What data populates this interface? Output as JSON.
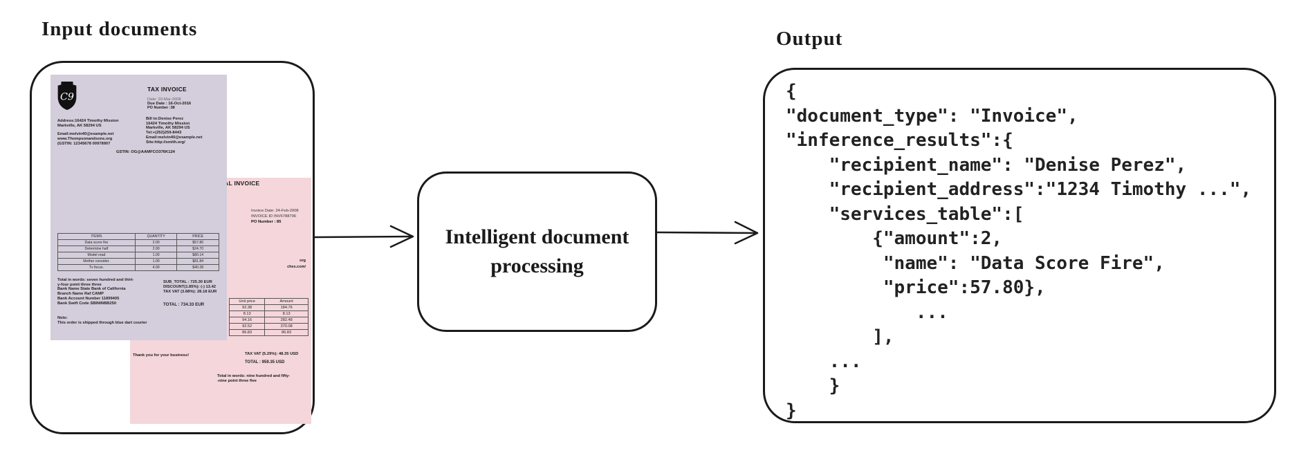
{
  "labels": {
    "input": "Input documents",
    "output": "Output"
  },
  "process_box": {
    "line1": "Intelligent document",
    "line2": "processing"
  },
  "colors": {
    "purple_doc": "#d4cddb",
    "pink_doc": "#f4d6db",
    "stroke": "#1a1a1a",
    "background": "#ffffff"
  },
  "invoice_purple": {
    "logo_text": "C9",
    "title": "TAX INVOICE",
    "date": "Date: 20-Mar-2008",
    "due_date": "Due Date : 16-Oct-2016",
    "po_number": "PO Number :38",
    "address_lines": [
      "Address:16424 Timothy Mission",
      "Markville, AK 58294 US"
    ],
    "contact_lines": [
      "Email:melvin40@example.net",
      "www.Thompsonandsons.org",
      "(GSTIN: 12345678 00978907"
    ],
    "bill_to_lines": [
      "Bill to:Denise Perez",
      "16424 Timothy Mission",
      "Markville, AK 58294 US",
      "Tel:+(252)259-8443",
      "Email:melvin40@example.net",
      "Site:http://smith.org/"
    ],
    "gstin": "GSTIN: OG@AAMFCO376K124",
    "table": {
      "headers": [
        "ITEMS",
        "QUANTITY",
        "PRICE"
      ],
      "rows": [
        [
          "Data score fire",
          "2.00",
          "$57.80"
        ],
        [
          "Determine half",
          "2.00",
          "$24.70"
        ],
        [
          "Model read",
          "1.00",
          "$80.14"
        ],
        [
          "Mother consider.",
          "1.00",
          "$81.84"
        ],
        [
          "Tv focus.",
          "4.00",
          "$40.28"
        ]
      ]
    },
    "total_words_lines": [
      "Total in words:  seven hundred and thirt-",
      "y-four point three three"
    ],
    "bank_lines": [
      "Bank Name        State Bank of California",
      "Branch Name      Raf CAMP",
      "Bank Account Number  11899405",
      "Bank Swift Code     SBININBB250"
    ],
    "note_lines": [
      "Note:",
      "This order is shipped through blue dart courier"
    ],
    "sub_total": "SUB_TOTAL : 725.30  EUR",
    "discount": "DISCOUNT(1.85%): (-)  13.42",
    "tax_vat": "TAX VAT (3.88%):   28.18 EUR",
    "total": "TOTAL : 734.33 EUR"
  },
  "invoice_pink": {
    "title": "ORIGINAL INVOICE",
    "invoice_date": "Invoice Date: 24-Feb-2008",
    "invoice_id": "INVOICE ID INV6788796",
    "po_number": "PO Number : 85",
    "partial_lines": [
      "org",
      "ches.com/"
    ],
    "table": {
      "headers": [
        "Unit price",
        "Amount"
      ],
      "rows": [
        [
          "92.38",
          "184.76"
        ],
        [
          "8.13",
          "8.13"
        ],
        [
          "94.16",
          "282.48"
        ],
        [
          "92.52",
          "370.08"
        ],
        [
          "86.83",
          "86.83"
        ]
      ]
    },
    "thank_you": "Thank you for your business!",
    "tax_vat": "TAX VAT (5.29%):  48.35 USD",
    "total": "TOTAL : 959.35 USD",
    "total_words_lines": [
      "Total in words:  nine hundred and fifty-",
      "-nine point three five"
    ]
  },
  "output_json_lines": [
    "{",
    "\"document_type\": \"Invoice\",",
    "\"inference_results\":{",
    "    \"recipient_name\": \"Denise Perez\",",
    "    \"recipient_address\":\"1234 Timothy ...\",",
    "    \"services_table\":[",
    "        {\"amount\":2,",
    "         \"name\": \"Data Score Fire\",",
    "         \"price\":57.80},",
    "            ...",
    "        ],",
    "    ...",
    "    }",
    "}"
  ]
}
